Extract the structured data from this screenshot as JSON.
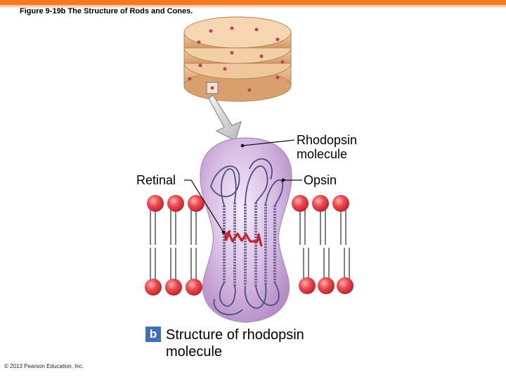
{
  "figure_caption": "Figure 9-19b  The Structure of Rods and Cones.",
  "labels": {
    "rhodopsin_line1": "Rhodopsin",
    "rhodopsin_line2": "molecule",
    "retinal": "Retinal",
    "opsin": "Opsin"
  },
  "panel": {
    "badge": "b",
    "title_line1": "Structure of rhodopsin",
    "title_line2": "molecule"
  },
  "copyright": "© 2013 Pearson Education, Inc.",
  "colors": {
    "accent_bar": "#f47a1f",
    "disc": "#e8b887",
    "protein": "#c9a6d8",
    "phospholipid_head": "#e23b45",
    "retinal": "#c2262e",
    "badge": "#3f6fb6"
  }
}
